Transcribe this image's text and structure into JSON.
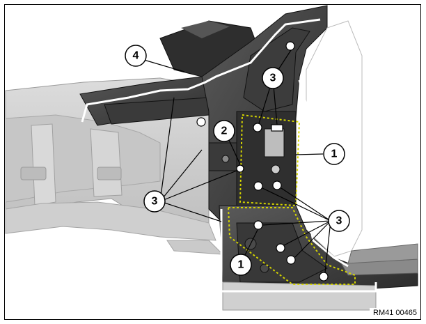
{
  "figure": {
    "reference_code": "RM41 00465",
    "colors": {
      "metal_light": "#d2d2d2",
      "metal_mid": "#b4b4b4",
      "metal_dark": "#4a4a4a",
      "metal_darkest": "#202020",
      "highlight_line": "#ffffff",
      "callout_line": "#000000",
      "dashed_outline": "#d4d400"
    },
    "callouts": [
      {
        "id": "c1a",
        "label": "1"
      },
      {
        "id": "c1b",
        "label": "1"
      },
      {
        "id": "c2",
        "label": "2"
      },
      {
        "id": "c3a",
        "label": "3"
      },
      {
        "id": "c3b",
        "label": "3"
      },
      {
        "id": "c3c",
        "label": "3"
      },
      {
        "id": "c4",
        "label": "4"
      }
    ]
  }
}
